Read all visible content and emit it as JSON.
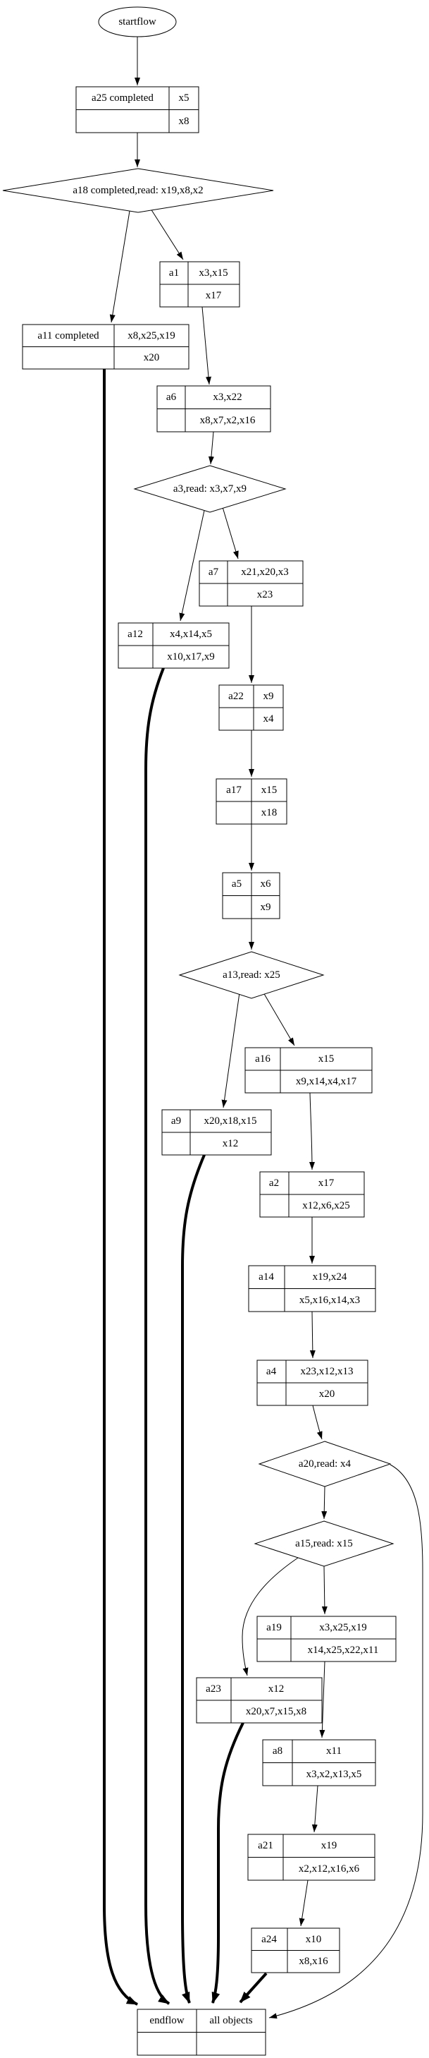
{
  "colors": {
    "background": "#ffffff",
    "line": "#000000",
    "text": "#000000"
  },
  "nodes": {
    "startflow": {
      "label": "startflow"
    },
    "a25": {
      "name": "a25 completed",
      "top": "x5",
      "bottom": "x8"
    },
    "a18": {
      "label": "a18 completed,read: x19,x8,x2"
    },
    "a1": {
      "name": "a1",
      "top": "x3,x15",
      "bottom": "x17"
    },
    "a11": {
      "name": "a11 completed",
      "top": "x8,x25,x19",
      "bottom": "x20"
    },
    "a6": {
      "name": "a6",
      "top": "x3,x22",
      "bottom": "x8,x7,x2,x16"
    },
    "a3": {
      "label": "a3,read: x3,x7,x9"
    },
    "a7": {
      "name": "a7",
      "top": "x21,x20,x3",
      "bottom": "x23"
    },
    "a12": {
      "name": "a12",
      "top": "x4,x14,x5",
      "bottom": "x10,x17,x9"
    },
    "a22": {
      "name": "a22",
      "top": "x9",
      "bottom": "x4"
    },
    "a17": {
      "name": "a17",
      "top": "x15",
      "bottom": "x18"
    },
    "a5": {
      "name": "a5",
      "top": "x6",
      "bottom": "x9"
    },
    "a13": {
      "label": "a13,read: x25"
    },
    "a16": {
      "name": "a16",
      "top": "x15",
      "bottom": "x9,x14,x4,x17"
    },
    "a9": {
      "name": "a9",
      "top": "x20,x18,x15",
      "bottom": "x12"
    },
    "a2": {
      "name": "a2",
      "top": "x17",
      "bottom": "x12,x6,x25"
    },
    "a14": {
      "name": "a14",
      "top": "x19,x24",
      "bottom": "x5,x16,x14,x3"
    },
    "a4": {
      "name": "a4",
      "top": "x23,x12,x13",
      "bottom": "x20"
    },
    "a20": {
      "label": "a20,read: x4"
    },
    "a15": {
      "label": "a15,read: x15"
    },
    "a19": {
      "name": "a19",
      "top": "x3,x25,x19",
      "bottom": "x14,x25,x22,x11"
    },
    "a23": {
      "name": "a23",
      "top": "x12",
      "bottom": "x20,x7,x15,x8"
    },
    "a8": {
      "name": "a8",
      "top": "x11",
      "bottom": "x3,x2,x13,x5"
    },
    "a21": {
      "name": "a21",
      "top": "x19",
      "bottom": "x2,x12,x16,x6"
    },
    "a24": {
      "name": "a24",
      "top": "x10",
      "bottom": "x8,x16"
    },
    "endflow": {
      "name": "endflow",
      "top": "all objects",
      "bottom": ""
    }
  }
}
